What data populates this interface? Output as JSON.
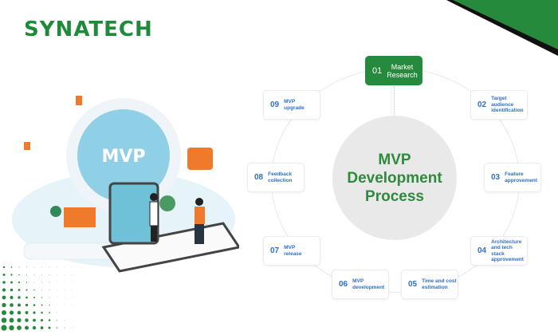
{
  "logo": {
    "text": "SYNATECH"
  },
  "center": {
    "title": "MVP\nDevelopment\nProcess"
  },
  "illustration": {
    "label": "MVP"
  },
  "steps": [
    {
      "num": "01",
      "label": "Market\nResearch"
    },
    {
      "num": "02",
      "label": "Target\naudience\nidentification"
    },
    {
      "num": "03",
      "label": "Feature\napprovement"
    },
    {
      "num": "04",
      "label": "Architecture\nand tech stack\napprovement"
    },
    {
      "num": "05",
      "label": "Time and cost\nestimation"
    },
    {
      "num": "06",
      "label": "MVP\ndevelopment"
    },
    {
      "num": "07",
      "label": "MVP\nrelease"
    },
    {
      "num": "08",
      "label": "Feedback\ncollection"
    },
    {
      "num": "09",
      "label": "MVP\nupgrade"
    }
  ],
  "colors": {
    "brand": "#258a3c",
    "text_blue": "#2f6fc9",
    "center_bg": "#e9e9e9"
  }
}
